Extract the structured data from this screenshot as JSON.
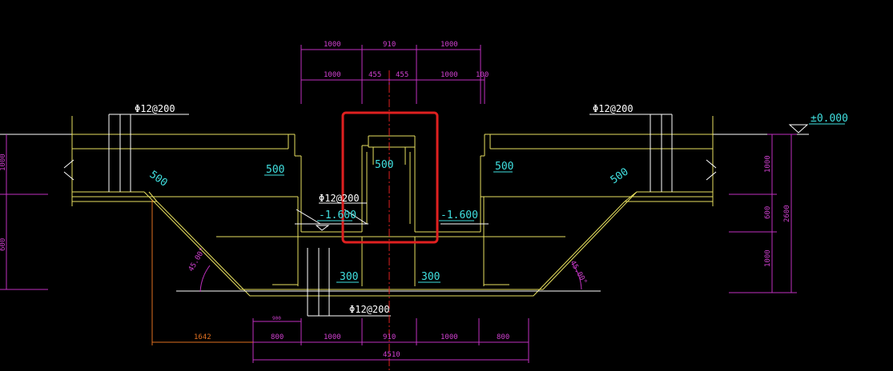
{
  "drawing": {
    "background": "#000000",
    "colors": {
      "dimension": "#c030c0",
      "structure": "#e8e060",
      "text": "#ffffff",
      "annotation": "#40e0e0",
      "centerline": "#e02020",
      "highlight": "#e02020"
    },
    "top_dims_row1": [
      "1000",
      "910",
      "1000"
    ],
    "top_dims_row2": [
      "1000",
      "455",
      "455",
      "1000",
      "100"
    ],
    "rebar_labels": {
      "left_top": "Φ12@200",
      "right_top": "Φ12@200",
      "middle": "Φ12@200",
      "bottom": "Φ12@200"
    },
    "elevations": {
      "ground": "±0.000",
      "left_pit": "-1.600",
      "right_pit": "-1.600"
    },
    "thickness_labels": {
      "left_slab": "500",
      "center_wall": "500",
      "right_slab": "500",
      "left_slope": "500",
      "right_slope": "500",
      "left_base": "300",
      "right_base": "300"
    },
    "angles": {
      "left": "45.00°",
      "right": "45.00°"
    },
    "left_vertical_dims": [
      "1000",
      "600"
    ],
    "right_vertical_dims": [
      "1000",
      "600",
      "1000"
    ],
    "right_total_dim": "2600",
    "bottom_dims": [
      "800",
      "1000",
      "910",
      "1000",
      "800"
    ],
    "bottom_small_dim": "900",
    "bottom_total": "4510",
    "offset_dim": "1642"
  }
}
